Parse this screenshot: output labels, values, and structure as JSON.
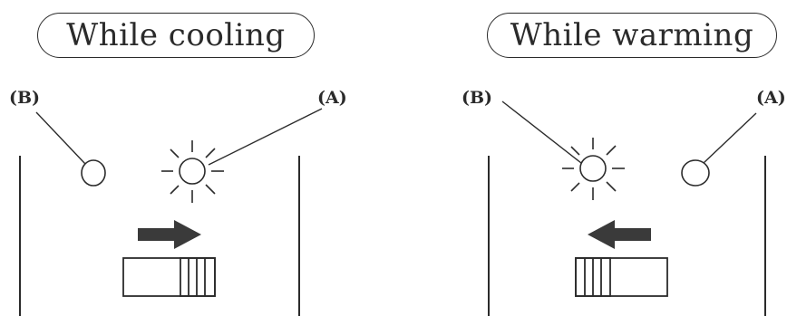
{
  "panels": [
    {
      "title": "While cooling",
      "label_b": "(B)",
      "label_a": "(A)",
      "lit_indicator": "A",
      "switch_position": "right",
      "arrow_direction": "right"
    },
    {
      "title": "While warming",
      "label_b": "(B)",
      "label_a": "(A)",
      "lit_indicator": "B",
      "switch_position": "left",
      "arrow_direction": "left"
    }
  ],
  "colors": {
    "ink": "#2b2b2b",
    "arrow": "#3a3a3a"
  }
}
